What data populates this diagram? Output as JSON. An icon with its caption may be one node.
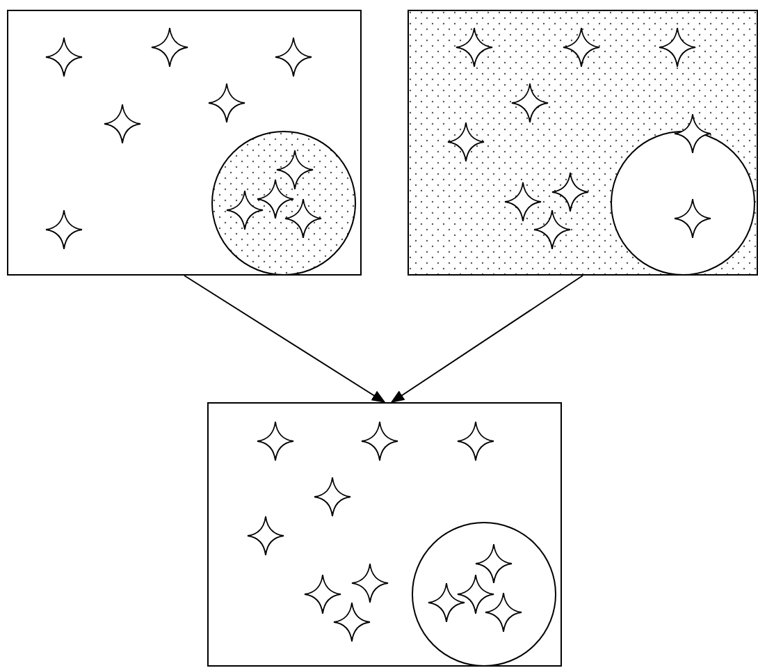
{
  "diagram": {
    "nodes": [
      {
        "text": [],
        "shape": "box"
      },
      {
        "text": [],
        "shape": "circle",
        "in": 0
      },
      {
        "text": [],
        "shape": "box"
      },
      {
        "text": [],
        "shape": "circle",
        "in": 2
      },
      {
        "text": [],
        "shape": "box"
      },
      {
        "text": [],
        "shape": "circle",
        "in": 4
      }
    ],
    "edges": [
      {
        "from": 0,
        "to": 4,
        "arrow": "to"
      },
      {
        "from": 2,
        "to": 4,
        "arrow": "to"
      }
    ]
  }
}
